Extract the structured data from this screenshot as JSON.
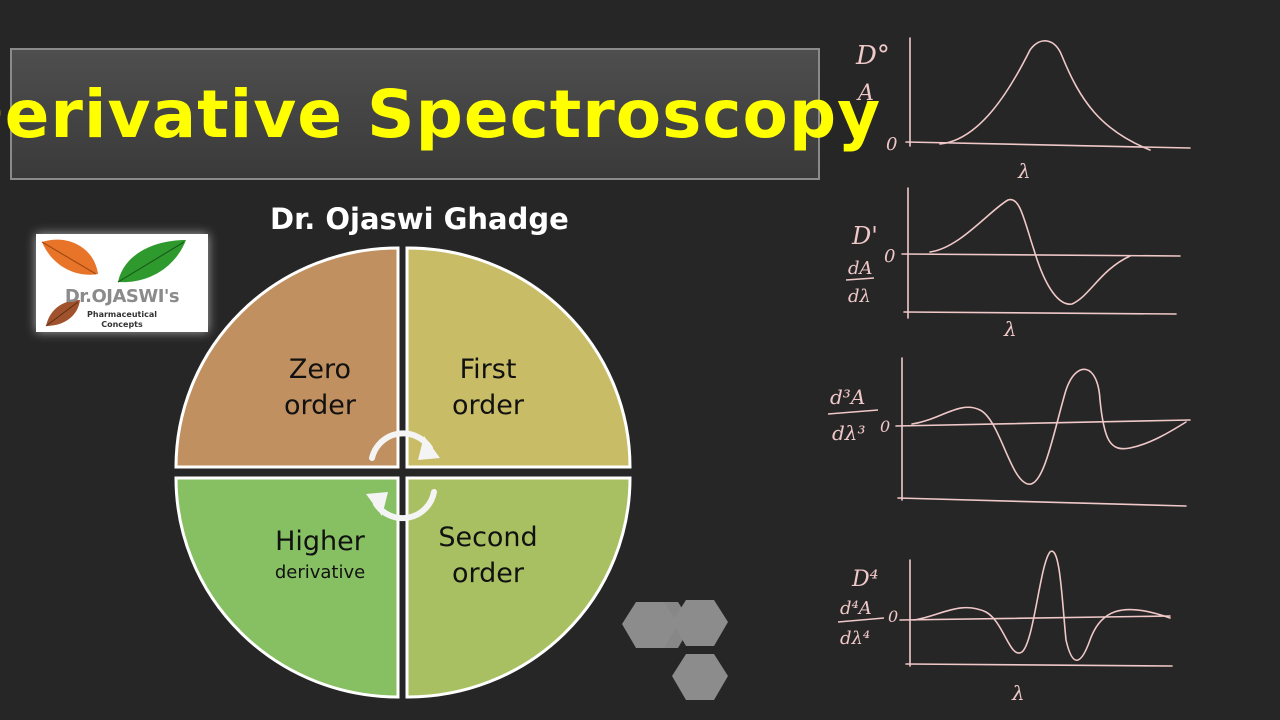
{
  "title": "Derivative Spectroscopy",
  "author": "Dr. Ojaswi Ghadge",
  "logo": {
    "name": "Dr.OJASWI's",
    "line1": "Pharmaceutical",
    "line2": "Concepts"
  },
  "quadrants": {
    "zero": {
      "line1": "Zero",
      "line2": "order",
      "color": "#c09060"
    },
    "first": {
      "line1": "First",
      "line2": "order",
      "color": "#c8bc66"
    },
    "higher": {
      "line1": "Higher",
      "line2": "derivative",
      "color": "#86c062"
    },
    "second": {
      "line1": "Second",
      "line2": "order",
      "color": "#a9c062"
    }
  },
  "colors": {
    "title_text": "#ffff00",
    "sketch_ink": "#f0c8c8",
    "hexagon": "#8c8c8c"
  },
  "sketches": {
    "d0": {
      "label": "D°\nA",
      "zero": "0",
      "xlabel": "λ"
    },
    "d1": {
      "label": "D'\ndA\ndλ",
      "zero": "0",
      "xlabel": "λ"
    },
    "d3": {
      "label": "d³A\ndλ³",
      "zero": "0"
    },
    "d4": {
      "label": "D⁴\nd⁴A\ndλ⁴",
      "zero": "0",
      "xlabel": "λ"
    }
  }
}
